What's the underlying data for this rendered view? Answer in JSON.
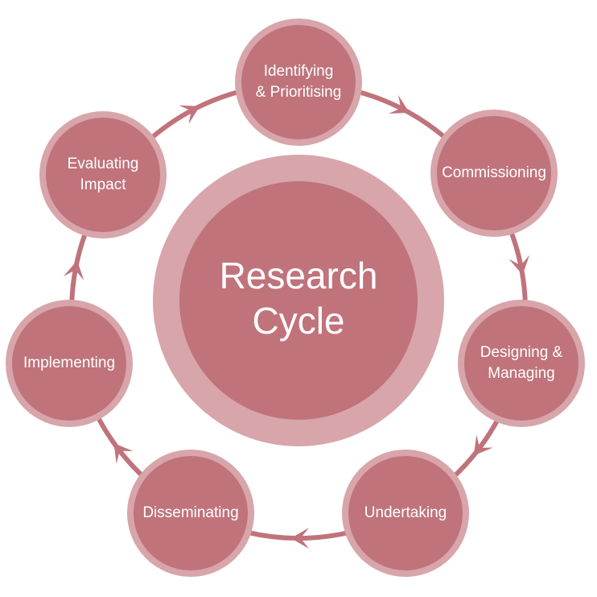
{
  "center": {
    "lines": [
      "Research",
      "Cycle"
    ]
  },
  "stages": [
    {
      "id": "identifying",
      "lines": [
        "Identifying",
        "& Prioritising"
      ]
    },
    {
      "id": "commissioning",
      "lines": [
        "Commissioning"
      ]
    },
    {
      "id": "designing",
      "lines": [
        "Designing &",
        "Managing"
      ]
    },
    {
      "id": "undertaking",
      "lines": [
        "Undertaking"
      ]
    },
    {
      "id": "disseminating",
      "lines": [
        "Disseminating"
      ]
    },
    {
      "id": "implementing",
      "lines": [
        "Implementing"
      ]
    },
    {
      "id": "evaluating",
      "lines": [
        "Evaluating",
        "Impact"
      ]
    }
  ],
  "colors": {
    "node_fill": "#c0737b",
    "node_ring": "#d7a5aa",
    "connector": "#c0737b",
    "center_outer": "#d7a5aa",
    "center_inner": "#c0737b",
    "text": "#ffffff"
  }
}
